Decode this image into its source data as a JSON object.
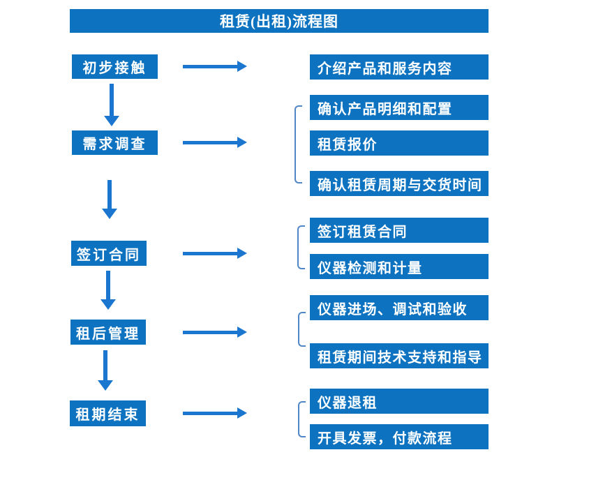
{
  "title": "租赁(出租)流程图",
  "colors": {
    "box_blue": "#0d73c0",
    "arrow_blue": "#1b76cf",
    "bracket_blue": "#4f86c8",
    "text_white": "#ffffff"
  },
  "flow": [
    {
      "step": "初步接触",
      "outputs": [
        "介绍产品和服务内容"
      ]
    },
    {
      "step": "需求调查",
      "outputs": [
        "确认产品明细和配置",
        "租赁报价",
        "确认租赁周期与交货时间"
      ]
    },
    {
      "step": "签订合同",
      "outputs": [
        "签订租赁合同",
        "仪器检测和计量"
      ]
    },
    {
      "step": "租后管理",
      "outputs": [
        "仪器进场、调试和验收",
        "租赁期间技术支持和指导"
      ]
    },
    {
      "step": "租期结束",
      "outputs": [
        "仪器退租",
        "开具发票，付款流程"
      ]
    }
  ]
}
